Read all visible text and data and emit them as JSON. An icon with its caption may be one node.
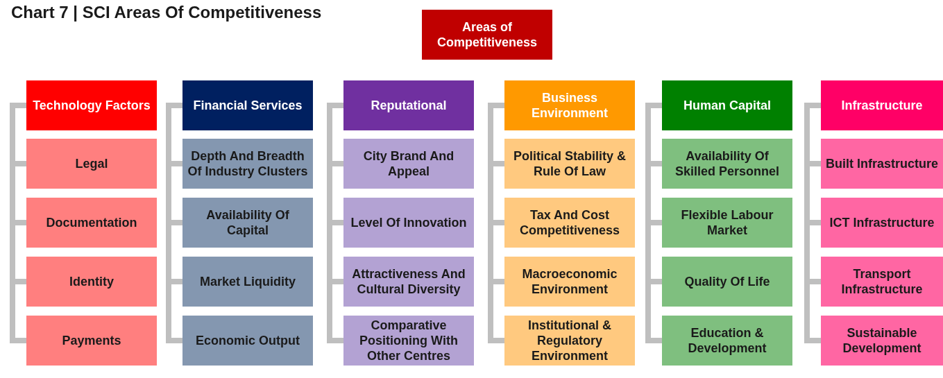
{
  "diagram": {
    "title": "Chart 7 | SCI Areas Of Competitiveness",
    "nodes": [
      {
        "text": [
          "Areas of Competitiveness"
        ]
      },
      {
        "text": [
          "Technology Factors"
        ]
      },
      {
        "text": [
          "Legal"
        ]
      },
      {
        "text": [
          "Documentation"
        ]
      },
      {
        "text": [
          "Identity"
        ]
      },
      {
        "text": [
          "Payments"
        ]
      },
      {
        "text": [
          "Financial Services"
        ]
      },
      {
        "text": [
          "Depth And Breadth Of Industry Clusters"
        ]
      },
      {
        "text": [
          "Availability Of Capital"
        ]
      },
      {
        "text": [
          "Market Liquidity"
        ]
      },
      {
        "text": [
          "Economic Output"
        ]
      },
      {
        "text": [
          "Reputational"
        ]
      },
      {
        "text": [
          "City Brand And Appeal"
        ]
      },
      {
        "text": [
          "Level Of Innovation"
        ]
      },
      {
        "text": [
          "Attractiveness And Cultural Diversity"
        ]
      },
      {
        "text": [
          "Comparative Positioning With Other Centres"
        ]
      },
      {
        "text": [
          "Business Environment"
        ]
      },
      {
        "text": [
          "Political Stability & Rule Of Law"
        ]
      },
      {
        "text": [
          "Tax And Cost Competitiveness"
        ]
      },
      {
        "text": [
          "Macroeconomic Environment"
        ]
      },
      {
        "text": [
          "Institutional & Regulatory Environment"
        ]
      },
      {
        "text": [
          "Human Capital"
        ]
      },
      {
        "text": [
          "Availability Of Skilled Personnel"
        ]
      },
      {
        "text": [
          "Flexible Labour Market"
        ]
      },
      {
        "text": [
          "Quality Of Life"
        ]
      },
      {
        "text": [
          "Education & Development"
        ]
      },
      {
        "text": [
          "Infrastructure"
        ]
      },
      {
        "text": [
          "Built Infrastructure"
        ]
      },
      {
        "text": [
          "ICT Infrastructure"
        ]
      },
      {
        "text": [
          "Transport Infrastructure"
        ]
      },
      {
        "text": [
          "Sustainable Development"
        ]
      }
    ],
    "edges": [
      {
        "from": 1,
        "to": 2,
        "arrow": "none"
      },
      {
        "from": 1,
        "to": 3,
        "arrow": "none"
      },
      {
        "from": 1,
        "to": 4,
        "arrow": "none"
      },
      {
        "from": 1,
        "to": 5,
        "arrow": "none"
      },
      {
        "from": 6,
        "to": 7,
        "arrow": "none"
      },
      {
        "from": 6,
        "to": 8,
        "arrow": "none"
      },
      {
        "from": 6,
        "to": 9,
        "arrow": "none"
      },
      {
        "from": 6,
        "to": 10,
        "arrow": "none"
      },
      {
        "from": 11,
        "to": 12,
        "arrow": "none"
      },
      {
        "from": 11,
        "to": 13,
        "arrow": "none"
      },
      {
        "from": 11,
        "to": 14,
        "arrow": "none"
      },
      {
        "from": 11,
        "to": 15,
        "arrow": "none"
      },
      {
        "from": 16,
        "to": 17,
        "arrow": "none"
      },
      {
        "from": 16,
        "to": 18,
        "arrow": "none"
      },
      {
        "from": 16,
        "to": 19,
        "arrow": "none"
      },
      {
        "from": 16,
        "to": 20,
        "arrow": "none"
      },
      {
        "from": 21,
        "to": 22,
        "arrow": "none"
      },
      {
        "from": 21,
        "to": 23,
        "arrow": "none"
      },
      {
        "from": 21,
        "to": 24,
        "arrow": "none"
      },
      {
        "from": 21,
        "to": 25,
        "arrow": "none"
      },
      {
        "from": 26,
        "to": 27,
        "arrow": "none"
      },
      {
        "from": 26,
        "to": 28,
        "arrow": "none"
      },
      {
        "from": 26,
        "to": 29,
        "arrow": "none"
      },
      {
        "from": 26,
        "to": 30,
        "arrow": "none"
      }
    ]
  }
}
